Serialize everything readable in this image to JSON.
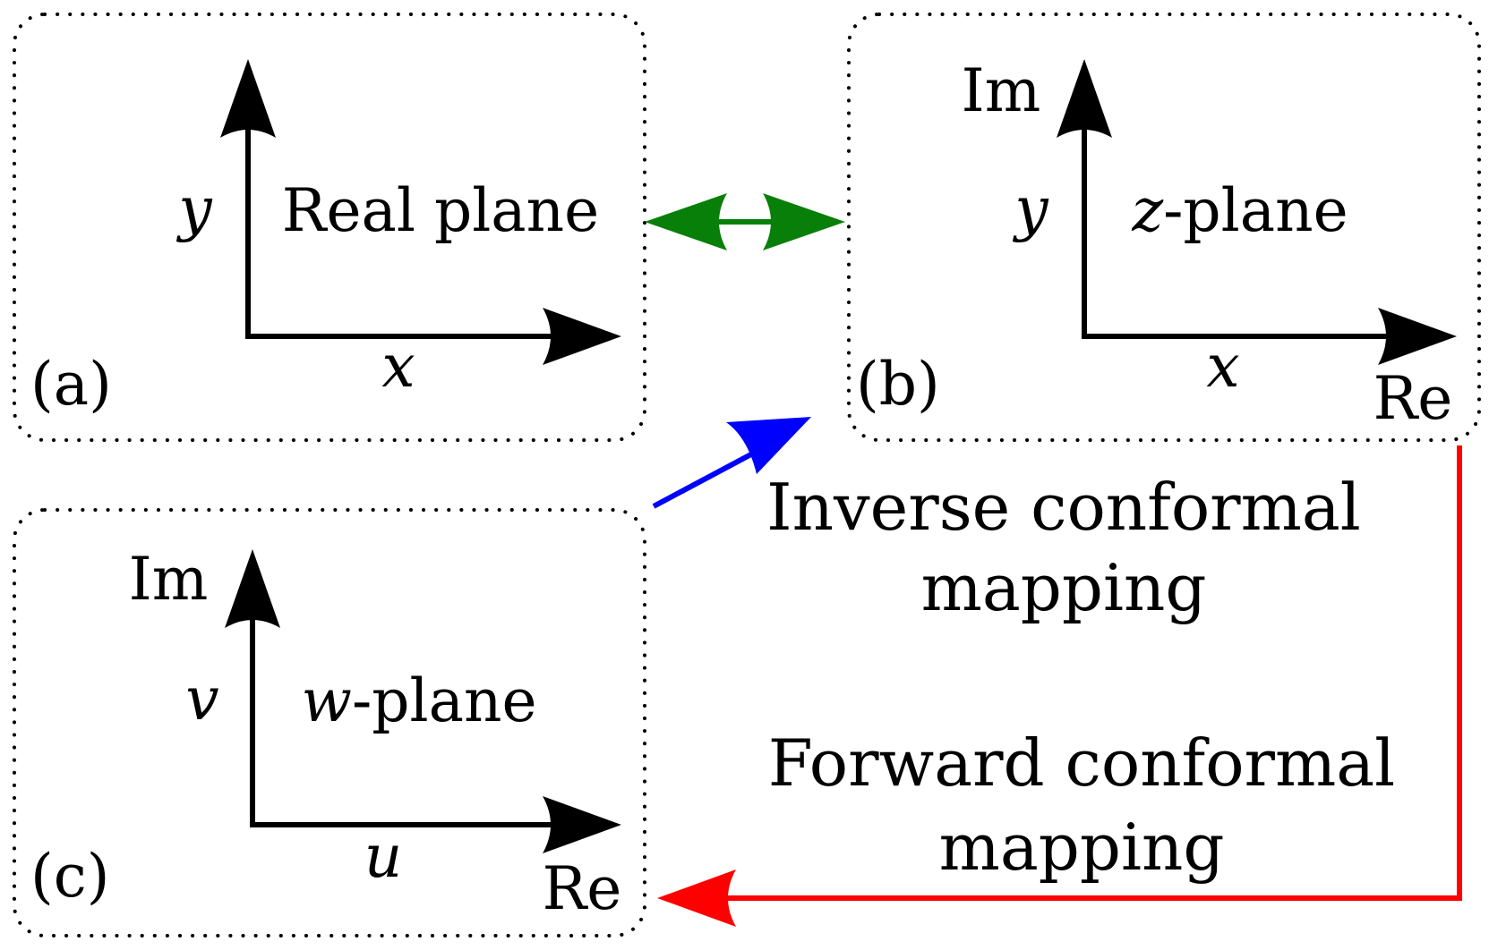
{
  "panels": {
    "a": {
      "tag": "(a)",
      "title": "Real plane",
      "x_label": "x",
      "y_label": "y"
    },
    "b": {
      "tag": "(b)",
      "title_var": "z",
      "title_rest": "-plane",
      "x_label": "x",
      "y_label": "y",
      "re_label": "Re",
      "im_label": "Im"
    },
    "c": {
      "tag": "(c)",
      "title_var": "w",
      "title_rest": "-plane",
      "x_label": "u",
      "y_label": "v",
      "re_label": "Re",
      "im_label": "Im"
    }
  },
  "mappings": {
    "inverse": {
      "line1": "Inverse conformal",
      "line2": "mapping",
      "color": "#0000ff"
    },
    "forward": {
      "line1": "Forward conformal",
      "line2": "mapping",
      "color": "#ff0000"
    },
    "equivalence_color": "#087f08"
  }
}
